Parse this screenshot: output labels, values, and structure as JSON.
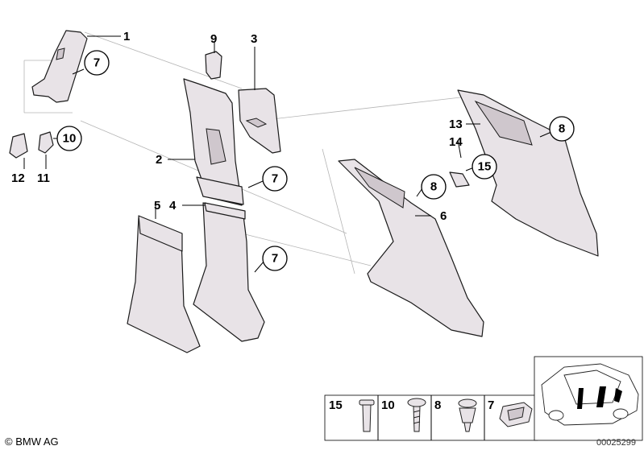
{
  "callouts": {
    "n1": "1",
    "n2": "2",
    "n3": "3",
    "n4": "4",
    "n5": "5",
    "n6": "6",
    "n7": "7",
    "n8": "8",
    "n9": "9",
    "n10": "10",
    "n11": "11",
    "n12": "12",
    "n13": "13",
    "n14": "14",
    "n15": "15"
  },
  "fastener_legend": [
    {
      "label": "15",
      "icon": "push-rivet-icon"
    },
    {
      "label": "10",
      "icon": "screw-icon"
    },
    {
      "label": "8",
      "icon": "expanding-clip-icon"
    },
    {
      "label": "7",
      "icon": "trim-clip-icon"
    }
  ],
  "footer": {
    "copyright": "© BMW AG",
    "diagram_number": "00025299"
  }
}
